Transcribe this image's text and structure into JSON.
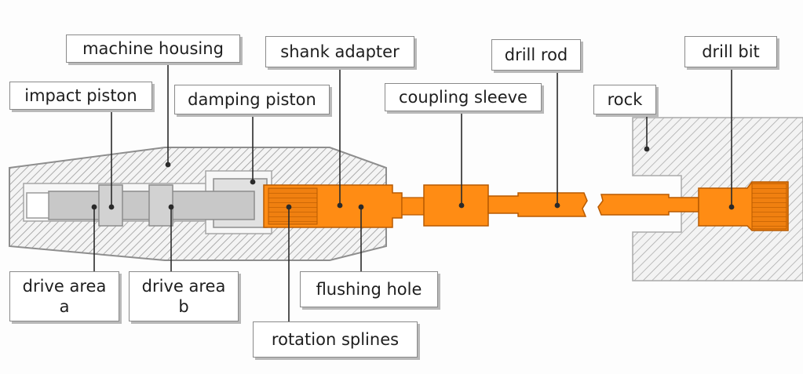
{
  "labels": {
    "machine_housing": "machine housing",
    "impact_piston": "impact piston",
    "damping_piston": "damping piston",
    "shank_adapter": "shank adapter",
    "coupling_sleeve": "coupling sleeve",
    "drill_rod": "drill rod",
    "rock": "rock",
    "drill_bit": "drill bit",
    "drive_area_a_line1": "drive area",
    "drive_area_a_line2": "a",
    "drive_area_b_line1": "drive area",
    "drive_area_b_line2": "b",
    "flushing_hole": "flushing hole",
    "rotation_splines": "rotation splines"
  },
  "colors": {
    "steel": "#ff8c14",
    "housing_hatch": "#9a9a9a",
    "piston": "#c8c8c8",
    "rock_hatch": "#a8a8a8"
  }
}
